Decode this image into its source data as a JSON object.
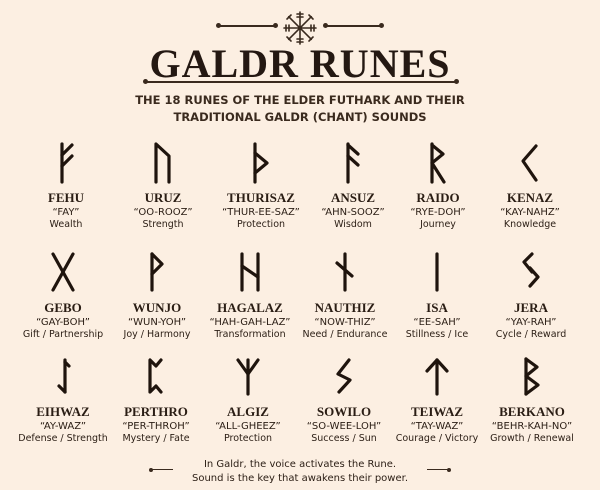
{
  "header": {
    "emblem": "vegvisir-compass-icon",
    "title": "GALDR RUNES",
    "subtitle_line1": "THE 18 RUNES OF THE ELDER FUTHARK AND THEIR",
    "subtitle_line2": "TRADITIONAL GALDR (CHANT) SOUNDS"
  },
  "colors": {
    "background": "#fcefe2",
    "ink": "#2a1d14"
  },
  "runes": [
    {
      "name": "FEHU",
      "sound": "“FAY”",
      "meaning": "Wealth",
      "glyph": "fehu-rune-icon"
    },
    {
      "name": "URUZ",
      "sound": "“OO-ROOZ”",
      "meaning": "Strength",
      "glyph": "uruz-rune-icon"
    },
    {
      "name": "THURISAZ",
      "sound": "“THUR-EE-SAZ”",
      "meaning": "Protection",
      "glyph": "thurisaz-rune-icon"
    },
    {
      "name": "ANSUZ",
      "sound": "“AHN-SOOZ”",
      "meaning": "Wisdom",
      "glyph": "ansuz-rune-icon"
    },
    {
      "name": "RAIDO",
      "sound": "“RYE-DOH”",
      "meaning": "Journey",
      "glyph": "raido-rune-icon"
    },
    {
      "name": "KENAZ",
      "sound": "“KAY-NAHZ”",
      "meaning": "Knowledge",
      "glyph": "kenaz-rune-icon"
    },
    {
      "name": "GEBO",
      "sound": "“GAY-BOH”",
      "meaning": "Gift / Partnership",
      "glyph": "gebo-rune-icon"
    },
    {
      "name": "WUNJO",
      "sound": "“WUN-YOH”",
      "meaning": "Joy / Harmony",
      "glyph": "wunjo-rune-icon"
    },
    {
      "name": "HAGALAZ",
      "sound": "“HAH-GAH-LAZ”",
      "meaning": "Transformation",
      "glyph": "hagalaz-rune-icon"
    },
    {
      "name": "NAUTHIZ",
      "sound": "“NOW-THIZ”",
      "meaning": "Need / Endurance",
      "glyph": "nauthiz-rune-icon"
    },
    {
      "name": "ISA",
      "sound": "“EE-SAH”",
      "meaning": "Stillness / Ice",
      "glyph": "isa-rune-icon"
    },
    {
      "name": "JERA",
      "sound": "“YAY-RAH”",
      "meaning": "Cycle / Reward",
      "glyph": "jera-rune-icon"
    },
    {
      "name": "EIHWAZ",
      "sound": "“AY-WAZ”",
      "meaning": "Defense / Strength",
      "glyph": "eihwaz-rune-icon"
    },
    {
      "name": "PERTHRO",
      "sound": "“PER-THROH”",
      "meaning": "Mystery / Fate",
      "glyph": "perthro-rune-icon"
    },
    {
      "name": "ALGIZ",
      "sound": "“ALL-GHEEZ”",
      "meaning": "Protection",
      "glyph": "algiz-rune-icon"
    },
    {
      "name": "SOWILO",
      "sound": "“SO-WEE-LOH”",
      "meaning": "Success / Sun",
      "glyph": "sowilo-rune-icon"
    },
    {
      "name": "TEIWAZ",
      "sound": "“TAY-WAZ”",
      "meaning": "Courage / Victory",
      "glyph": "teiwaz-rune-icon"
    },
    {
      "name": "BERKANO",
      "sound": "“BEHR-KAH-NO”",
      "meaning": "Growth / Renewal",
      "glyph": "berkano-rune-icon"
    }
  ],
  "footer": {
    "line1": "In Galdr, the voice activates the Rune.",
    "line2": "Sound is the key that awakens their power."
  }
}
